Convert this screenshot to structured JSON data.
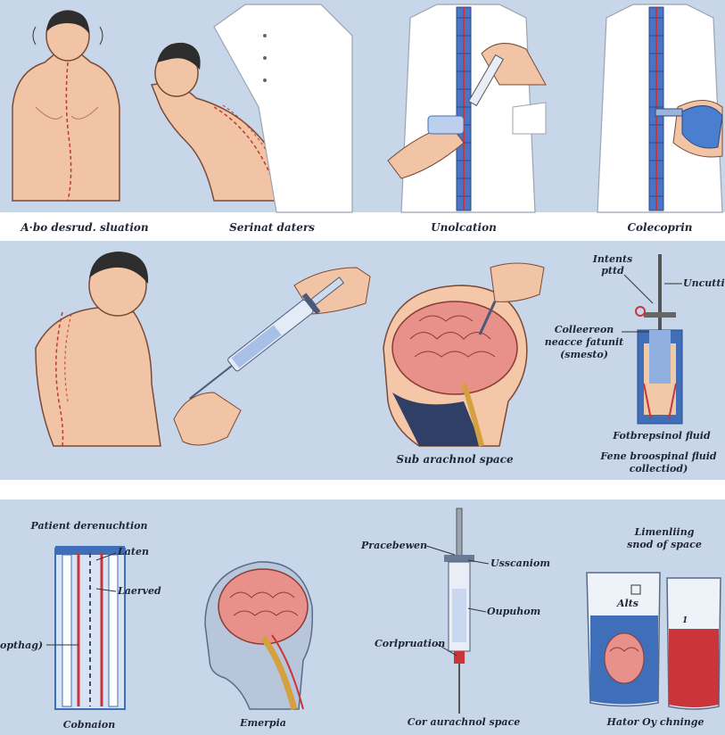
{
  "top_row": {
    "captions": [
      "A·bo desrud. sluation",
      "Serinat daters",
      "Unolcation",
      "Colecoprin"
    ]
  },
  "middle_row": {
    "caption_brain": "Sub arachnol space",
    "needle_labels": {
      "top_left_line1": "Intents",
      "top_left_line2": "pttd",
      "top_right": "Uncutti",
      "mid_line1": "Colleereon",
      "mid_line2": "neacce fatunit",
      "mid_line3": "(smesto)"
    },
    "caption_fluid": "Fotbrepsinol fluid",
    "caption_collected_line1": "Fene broospinal fluid",
    "caption_collected_line2": "collectiod)"
  },
  "bottom_row": {
    "title_left": "Patient derenuchtion",
    "spine_labels": {
      "upper": "Laten",
      "lower": "Laerved",
      "left": "opthag)"
    },
    "caption_spine": "Cobnaion",
    "caption_head": "Emerpia",
    "syringe_labels": {
      "top_left": "Pracebewen",
      "top_right": "Usscaniom",
      "mid_right": "Oupuhom",
      "bottom_left": "Corlpruation"
    },
    "caption_syringe": "Cor aurachnol space",
    "beaker_title_line1": "Limenliing",
    "beaker_title_line2": "snod of space",
    "beaker_label": "Alts",
    "beaker_small": "1",
    "caption_beaker": "Hator Oy chninge"
  },
  "colors": {
    "background": "#c8d6ea",
    "skin": "#f2c4a6",
    "brain": "#e8908a",
    "fluid_blue": "#3f6fb8",
    "fluid_red": "#c9353b"
  }
}
